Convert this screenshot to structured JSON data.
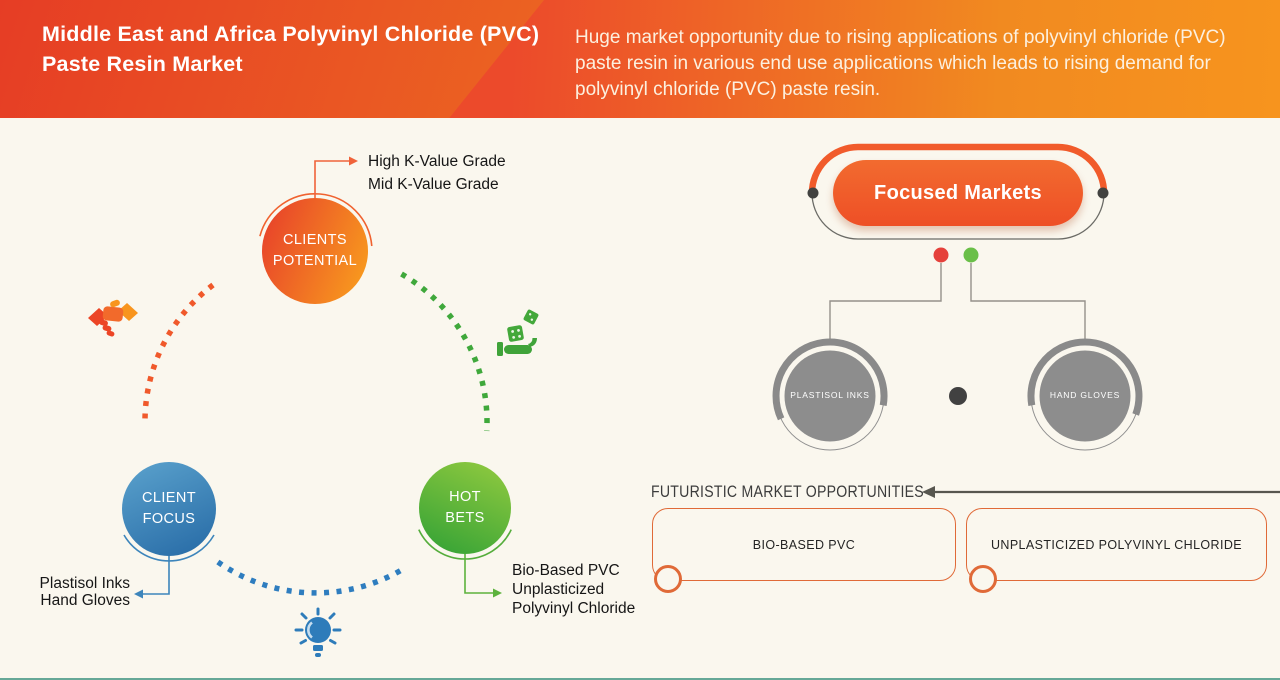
{
  "banner": {
    "title": "Middle East and Africa Polyvinyl Chloride (PVC) Paste Resin Market",
    "description": "Huge market opportunity due to rising applications of polyvinyl chloride (PVC) paste resin in various end use applications which leads to rising demand for polyvinyl chloride (PVC) paste resin."
  },
  "venn": {
    "clients_potential": {
      "line1": "CLIENTS",
      "line2": "POTENTIAL",
      "callouts": [
        "High K-Value Grade",
        "Mid K-Value Grade"
      ]
    },
    "client_focus": {
      "line1": "CLIENT",
      "line2": "FOCUS",
      "callouts": [
        "Plastisol Inks",
        "Hand Gloves"
      ]
    },
    "hot_bets": {
      "line1": "HOT",
      "line2": "BETS",
      "callouts": [
        "Bio-Based PVC",
        "Unplasticized",
        "Polyvinyl Chloride"
      ]
    }
  },
  "focused_markets": {
    "title": "Focused Markets",
    "node1": "PLASTISOL INKS",
    "node2": "HAND GLOVES"
  },
  "opportunities": {
    "heading": "FUTURISTIC MARKET OPPORTUNITIES",
    "box1": "BIO-BASED PVC",
    "box2": "UNPLASTICIZED POLYVINYL CHLORIDE"
  },
  "icons": {
    "handshake": "handshake-icon",
    "dice_hand": "hand-with-dice-icon",
    "lightbulb": "lightbulb-icon"
  },
  "colors": {
    "banner_red": "#e63d25",
    "banner_orange": "#f7941e",
    "accent_orange": "#f15b2b",
    "blue": "#3579b1",
    "green": "#44a83a",
    "gray_node": "#8d8d8d",
    "red_dot": "#e5413b",
    "green_dot": "#6abf48",
    "dark_dot": "#414141",
    "background": "#faf7ee",
    "bottom_line_teal": "#66a897",
    "text_dark": "#161616"
  }
}
